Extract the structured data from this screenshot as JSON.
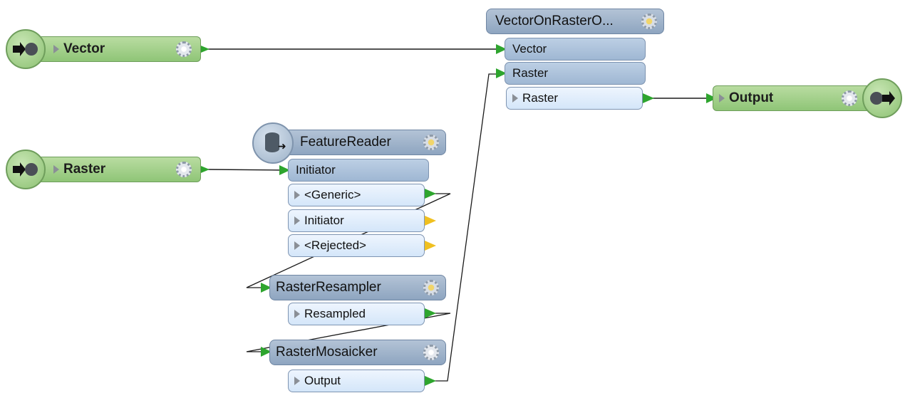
{
  "readers": [
    {
      "label": "Vector",
      "icon": "reader-arrow-icon"
    },
    {
      "label": "Raster",
      "icon": "reader-arrow-icon"
    }
  ],
  "feature_reader": {
    "title": "FeatureReader",
    "input_port": "Initiator",
    "output_ports": [
      "<Generic>",
      "Initiator",
      "<Rejected>"
    ]
  },
  "raster_resampler": {
    "title": "RasterResampler",
    "output_ports": [
      "Resampled"
    ]
  },
  "raster_mosaicker": {
    "title": "RasterMosaicker",
    "output_ports": [
      "Output"
    ]
  },
  "vector_on_raster": {
    "title": "VectorOnRasterO...",
    "input_ports": [
      "Vector",
      "Raster"
    ],
    "output_ports": [
      "Raster"
    ]
  },
  "writer": {
    "label": "Output",
    "icon": "writer-arrow-icon"
  },
  "colors": {
    "connection_green": "#2ea52e",
    "connection_yellow": "#f0c020",
    "reader_green": "#a6d18f",
    "transformer_header": "#9fb3cb",
    "port_light": "#dcebfb"
  }
}
